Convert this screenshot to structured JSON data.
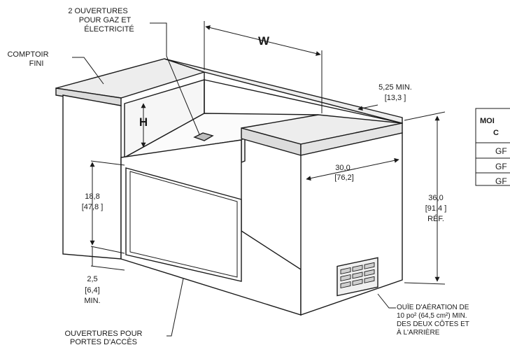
{
  "labels": {
    "openings_gas": [
      "2 OUVERTURES",
      "POUR GAZ ET",
      "ÉLECTRICITÉ"
    ],
    "countertop": [
      "COMPTOIR",
      "FINI"
    ],
    "width_symbol": "W",
    "height_symbol": "H",
    "clearance": [
      "5,25  MIN.",
      "[13,3 ]"
    ],
    "depth": [
      "30,0",
      "[76,2]"
    ],
    "door_height": [
      "18,8",
      "[47,8 ]"
    ],
    "bottom_gap": [
      "2,5",
      "[6,4]",
      "MIN."
    ],
    "total_height": [
      "36,0",
      "[91,4 ]",
      "RÉF."
    ],
    "vent": [
      "OUÏE D'AÉRATION DE",
      "10 po² (64,5 cm²) MIN.",
      "DES DEUX CÔTES ET",
      "À L'ARRIÈRE"
    ],
    "door_openings": [
      "OUVERTURES POUR",
      "PORTES D'ACCÈS"
    ]
  },
  "table": {
    "header": [
      "MOI",
      "C"
    ],
    "rows": [
      "GF",
      "GF",
      "GF"
    ]
  },
  "colors": {
    "line": "#1a1a1a",
    "top_fill": "#ededed",
    "body_fill": "#ffffff"
  }
}
